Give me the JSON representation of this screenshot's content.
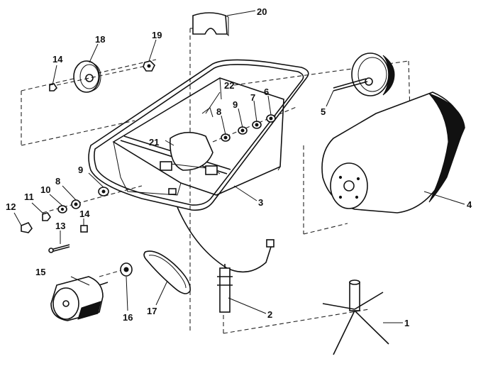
{
  "diagram": {
    "callouts": [
      {
        "id": "p1",
        "label": "1"
      },
      {
        "id": "p2",
        "label": "2"
      },
      {
        "id": "p3",
        "label": "3"
      },
      {
        "id": "p4",
        "label": "4"
      },
      {
        "id": "p5",
        "label": "5"
      },
      {
        "id": "p6",
        "label": "6"
      },
      {
        "id": "p7",
        "label": "7"
      },
      {
        "id": "p8a",
        "label": "8"
      },
      {
        "id": "p8b",
        "label": "8"
      },
      {
        "id": "p9a",
        "label": "9"
      },
      {
        "id": "p9b",
        "label": "9"
      },
      {
        "id": "p10",
        "label": "10"
      },
      {
        "id": "p11",
        "label": "11"
      },
      {
        "id": "p12",
        "label": "12"
      },
      {
        "id": "p13",
        "label": "13"
      },
      {
        "id": "p14a",
        "label": "14"
      },
      {
        "id": "p14b",
        "label": "14"
      },
      {
        "id": "p15",
        "label": "15"
      },
      {
        "id": "p16",
        "label": "16"
      },
      {
        "id": "p17",
        "label": "17"
      },
      {
        "id": "p18",
        "label": "18"
      },
      {
        "id": "p19",
        "label": "19"
      },
      {
        "id": "p20",
        "label": "20"
      },
      {
        "id": "p21",
        "label": "21"
      },
      {
        "id": "p22",
        "label": "22"
      }
    ]
  }
}
